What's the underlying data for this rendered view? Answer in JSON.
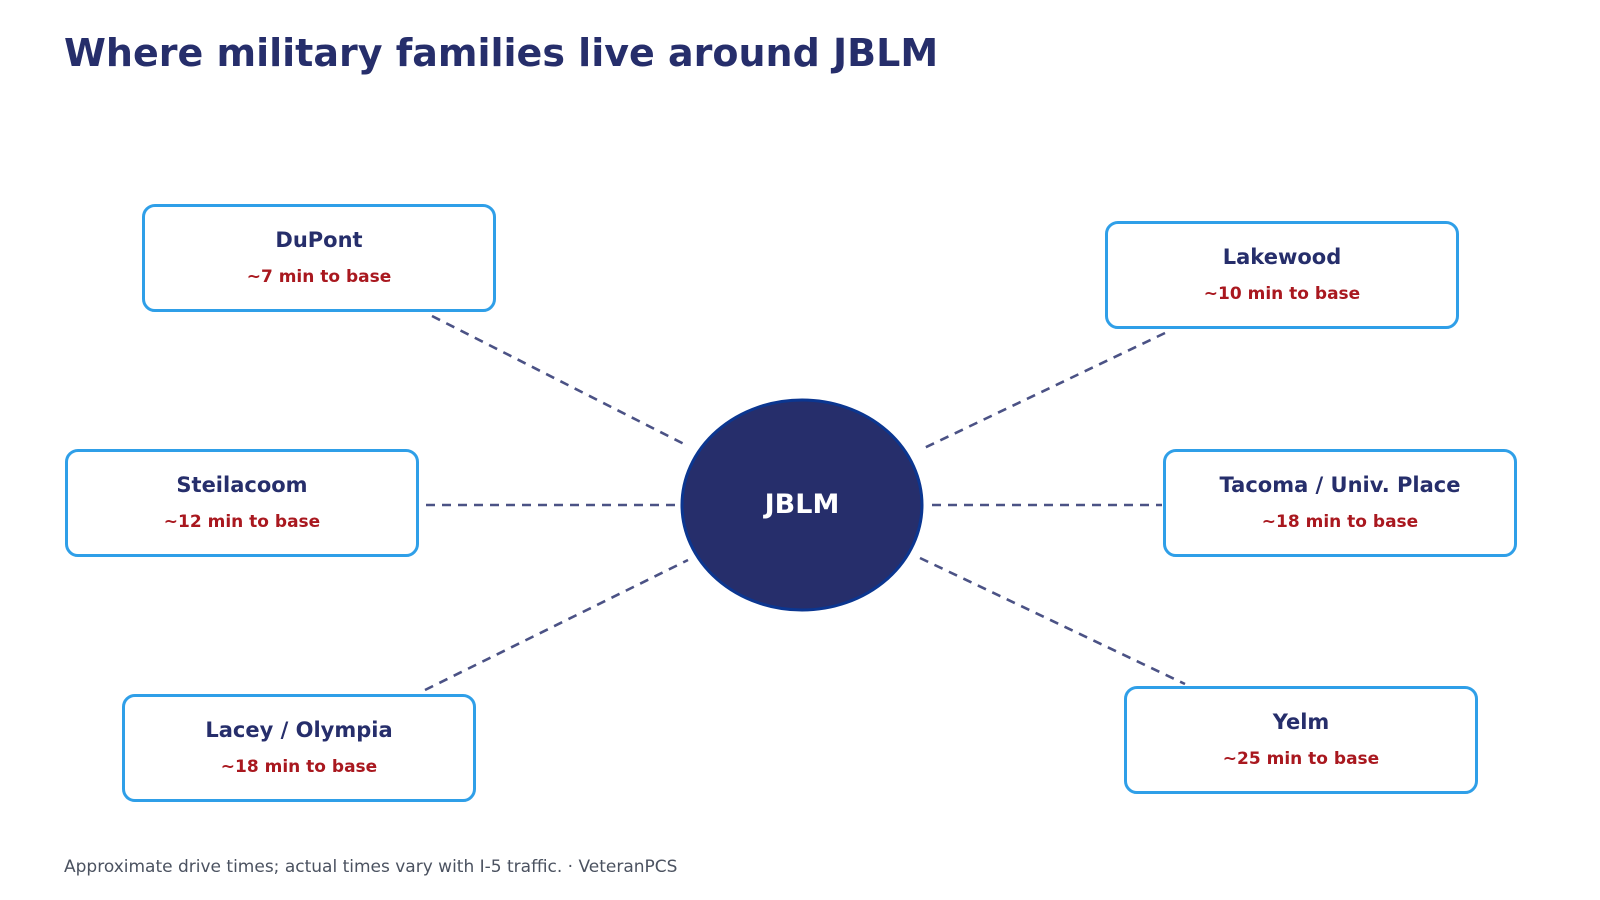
{
  "title": "Where military families live around JBLM",
  "hub": {
    "label": "JBLM"
  },
  "locations": [
    {
      "name": "DuPont",
      "drive_time": "~7 min to base"
    },
    {
      "name": "Lakewood",
      "drive_time": "~10 min to base"
    },
    {
      "name": "Steilacoom",
      "drive_time": "~12 min to base"
    },
    {
      "name": "Tacoma / Univ. Place",
      "drive_time": "~18 min to base"
    },
    {
      "name": "Lacey / Olympia",
      "drive_time": "~18 min to base"
    },
    {
      "name": "Yelm",
      "drive_time": "~25 min to base"
    }
  ],
  "footnote": "Approximate drive times; actual times vary with I-5 traffic. · VeteranPCS",
  "colors": {
    "title": "#262e6b",
    "hub_fill": "#262e6b",
    "hub_stroke": "#0b3690",
    "box_border": "#2f9fe8",
    "drive_time": "#a9181f",
    "connector": "#4b5285",
    "footnote": "#4b5260"
  }
}
